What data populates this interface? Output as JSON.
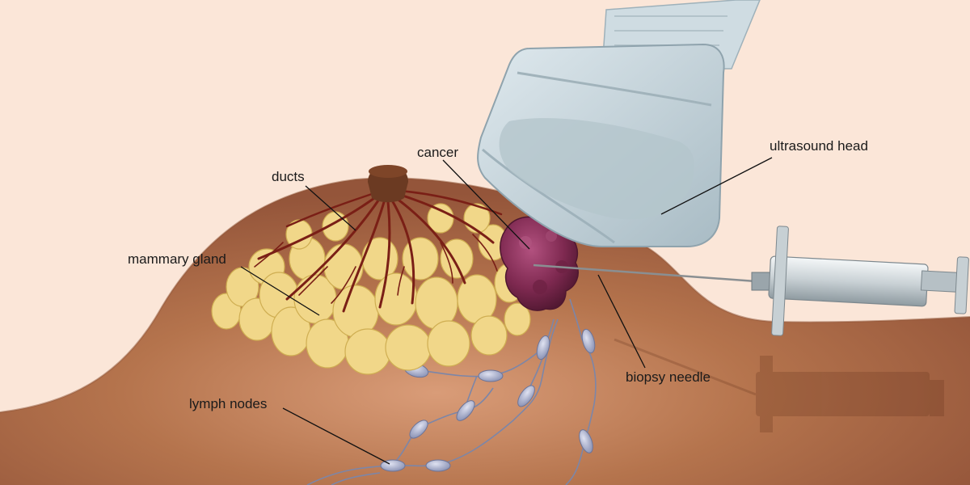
{
  "diagram": {
    "labels": {
      "ducts": "ducts",
      "cancer": "cancer",
      "ultrasound_head": "ultrasound head",
      "mammary_gland": "mammary gland",
      "biopsy_needle": "biopsy needle",
      "lymph_nodes": "lymph nodes"
    }
  },
  "colors": {
    "background": "#fbe6d8",
    "skin": "#b3714a",
    "skin_dark": "#8e5233",
    "gland": "#f1d789",
    "duct": "#7a1f16",
    "tumor": "#8a2e55",
    "probe": "#c8d7de",
    "lymph": "#9ea6c4"
  }
}
